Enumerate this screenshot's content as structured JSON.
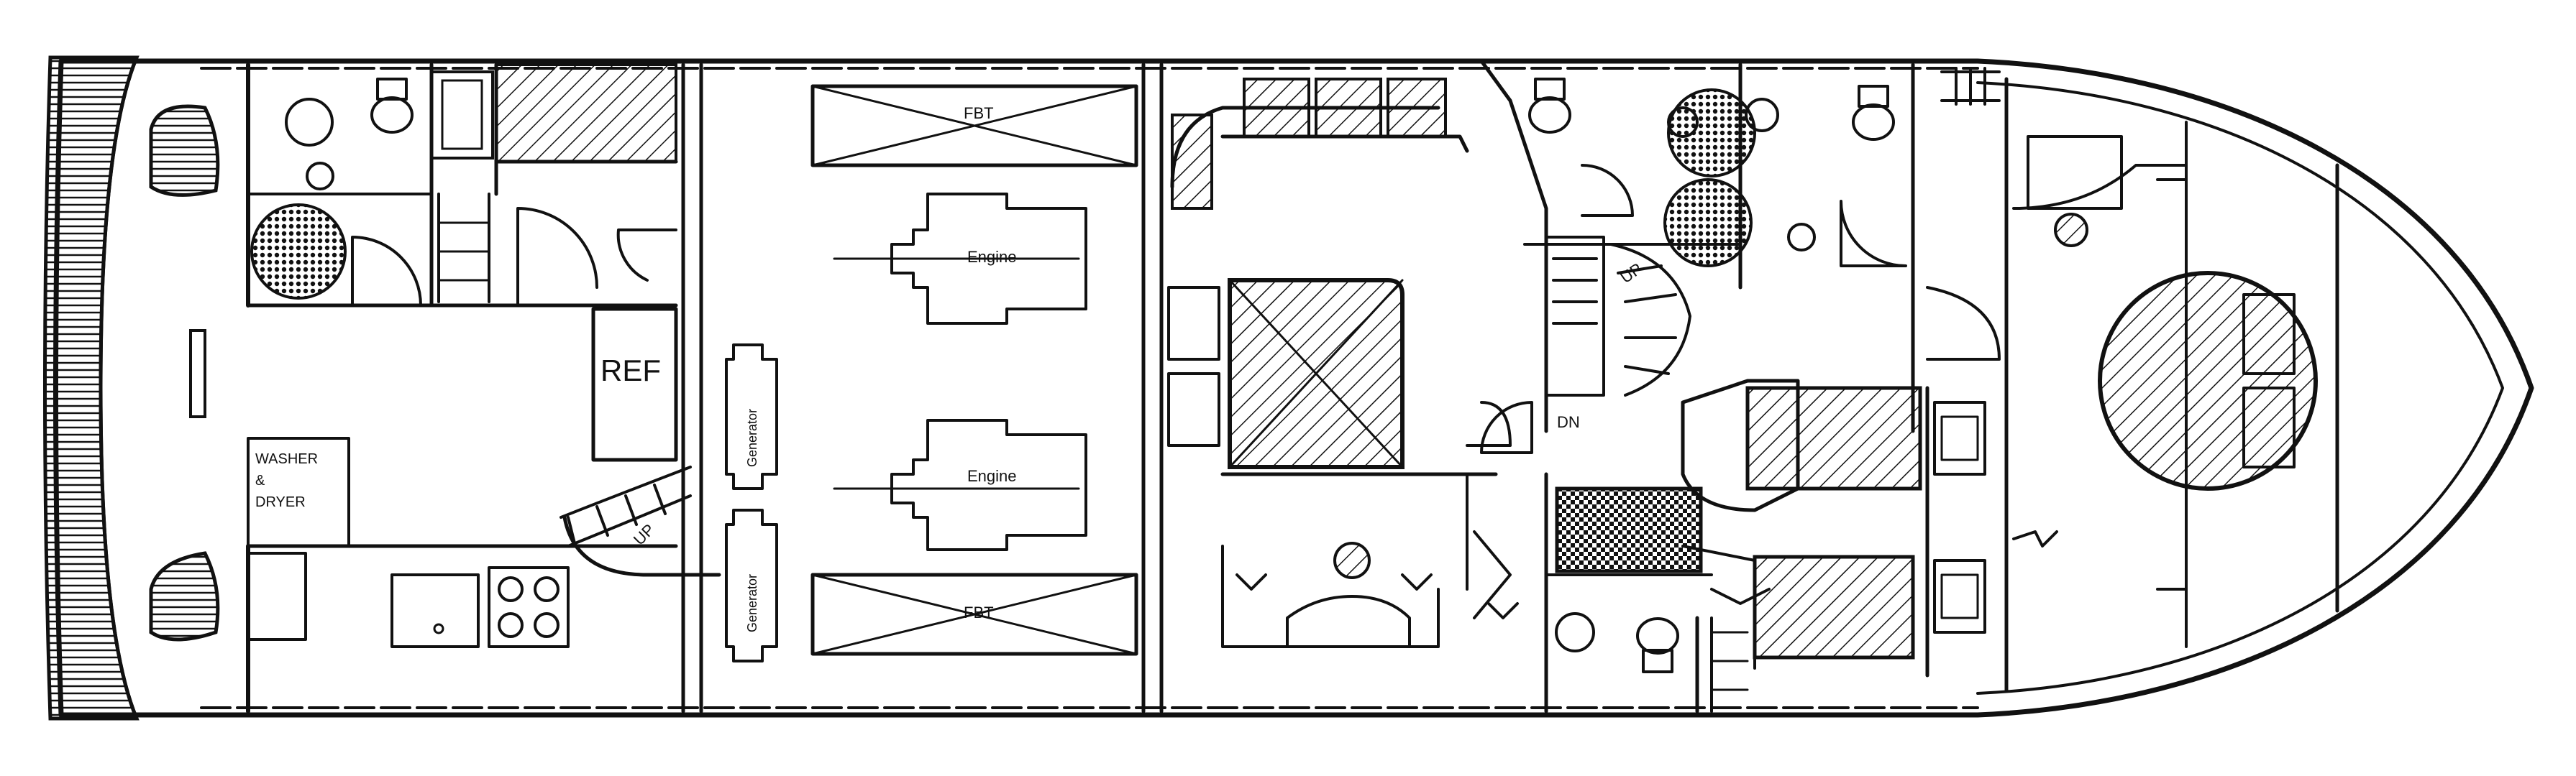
{
  "labels": {
    "fuel_top": "FBT",
    "fuel_bottom": "FBT",
    "engine_port": "Engine",
    "engine_starboard": "Engine",
    "generator_port": "Generator",
    "generator_starboard": "Generator",
    "ref": "REF",
    "washer_line1": "WASHER",
    "washer_line2": "&",
    "washer_line3": "DRYER",
    "stair_aft": "UP",
    "stair_forward": "UP",
    "stair_forward_down": "DN"
  },
  "colors": {
    "ink": "#111111",
    "paper": "#ffffff"
  }
}
